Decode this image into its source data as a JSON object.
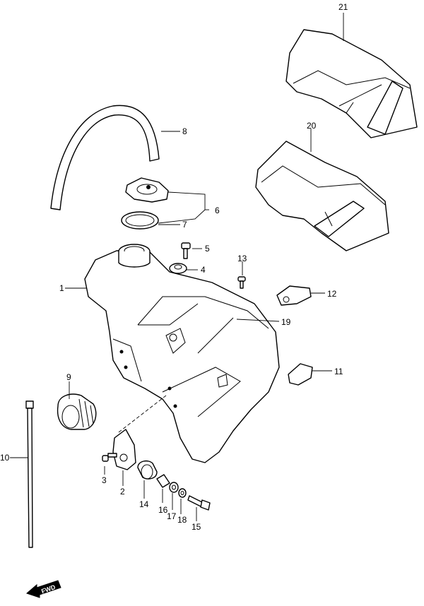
{
  "diagram": {
    "callouts": [
      {
        "id": "c1",
        "label": "1"
      },
      {
        "id": "c2",
        "label": "2"
      },
      {
        "id": "c3",
        "label": "3"
      },
      {
        "id": "c4",
        "label": "4"
      },
      {
        "id": "c5",
        "label": "5"
      },
      {
        "id": "c6",
        "label": "6"
      },
      {
        "id": "c7",
        "label": "7"
      },
      {
        "id": "c8",
        "label": "8"
      },
      {
        "id": "c9",
        "label": "9"
      },
      {
        "id": "c10",
        "label": "10"
      },
      {
        "id": "c11",
        "label": "11"
      },
      {
        "id": "c12",
        "label": "12"
      },
      {
        "id": "c13",
        "label": "13"
      },
      {
        "id": "c14",
        "label": "14"
      },
      {
        "id": "c15",
        "label": "15"
      },
      {
        "id": "c16",
        "label": "16"
      },
      {
        "id": "c17",
        "label": "17"
      },
      {
        "id": "c18",
        "label": "18"
      },
      {
        "id": "c19",
        "label": "19"
      },
      {
        "id": "c20",
        "label": "20"
      },
      {
        "id": "c21",
        "label": "21"
      }
    ],
    "fwd_label": "FWD"
  }
}
